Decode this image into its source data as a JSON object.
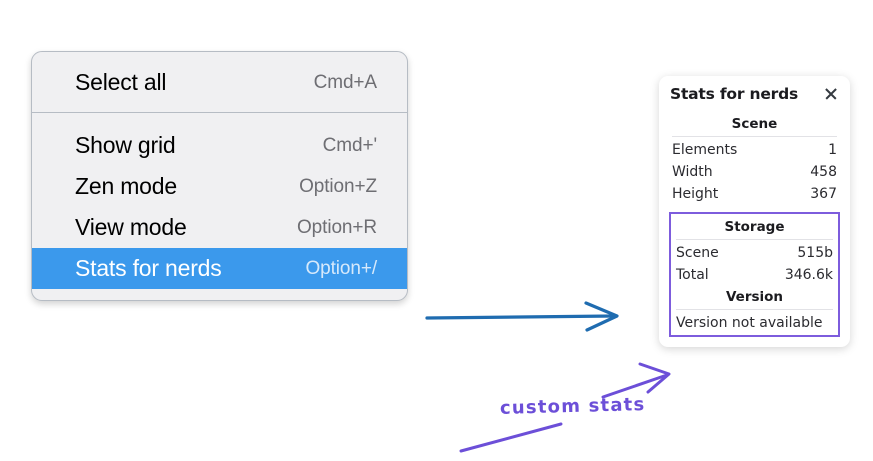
{
  "colors": {
    "menu_background": "#f0f0f2",
    "menu_border": "#b6bcc4",
    "selection_blue": "#3b99ec",
    "shortcut_gray": "#6e6e73",
    "annotation_purple": "#6c4fd8",
    "highlight_box_purple": "#7d5cdd",
    "arrow_blue": "#1f6cb0",
    "panel_white": "#ffffff"
  },
  "context_menu": {
    "groups": [
      {
        "items": [
          {
            "label": "Select all",
            "shortcut": "Cmd+A",
            "selected": false
          }
        ]
      },
      {
        "items": [
          {
            "label": "Show grid",
            "shortcut": "Cmd+'",
            "selected": false
          },
          {
            "label": "Zen mode",
            "shortcut": "Option+Z",
            "selected": false
          },
          {
            "label": "View mode",
            "shortcut": "Option+R",
            "selected": false
          },
          {
            "label": "Stats for nerds",
            "shortcut": "Option+/",
            "selected": true
          }
        ]
      }
    ]
  },
  "stats_panel": {
    "title": "Stats for nerds",
    "close_icon": "close-icon",
    "sections": [
      {
        "name": "scene",
        "heading": "Scene",
        "rows": [
          {
            "label": "Elements",
            "value": "1"
          },
          {
            "label": "Width",
            "value": "458"
          },
          {
            "label": "Height",
            "value": "367"
          }
        ]
      },
      {
        "name": "storage",
        "heading": "Storage",
        "rows": [
          {
            "label": "Scene",
            "value": "515b"
          },
          {
            "label": "Total",
            "value": "346.6k"
          }
        ]
      },
      {
        "name": "version",
        "heading": "Version",
        "text": "Version not available"
      }
    ]
  },
  "annotations": {
    "custom_stats_label": "custom stats",
    "blue_arrow": "arrow-right-icon",
    "purple_arrow": "arrow-pointer-icon",
    "purple_underline": "underline-stroke"
  }
}
